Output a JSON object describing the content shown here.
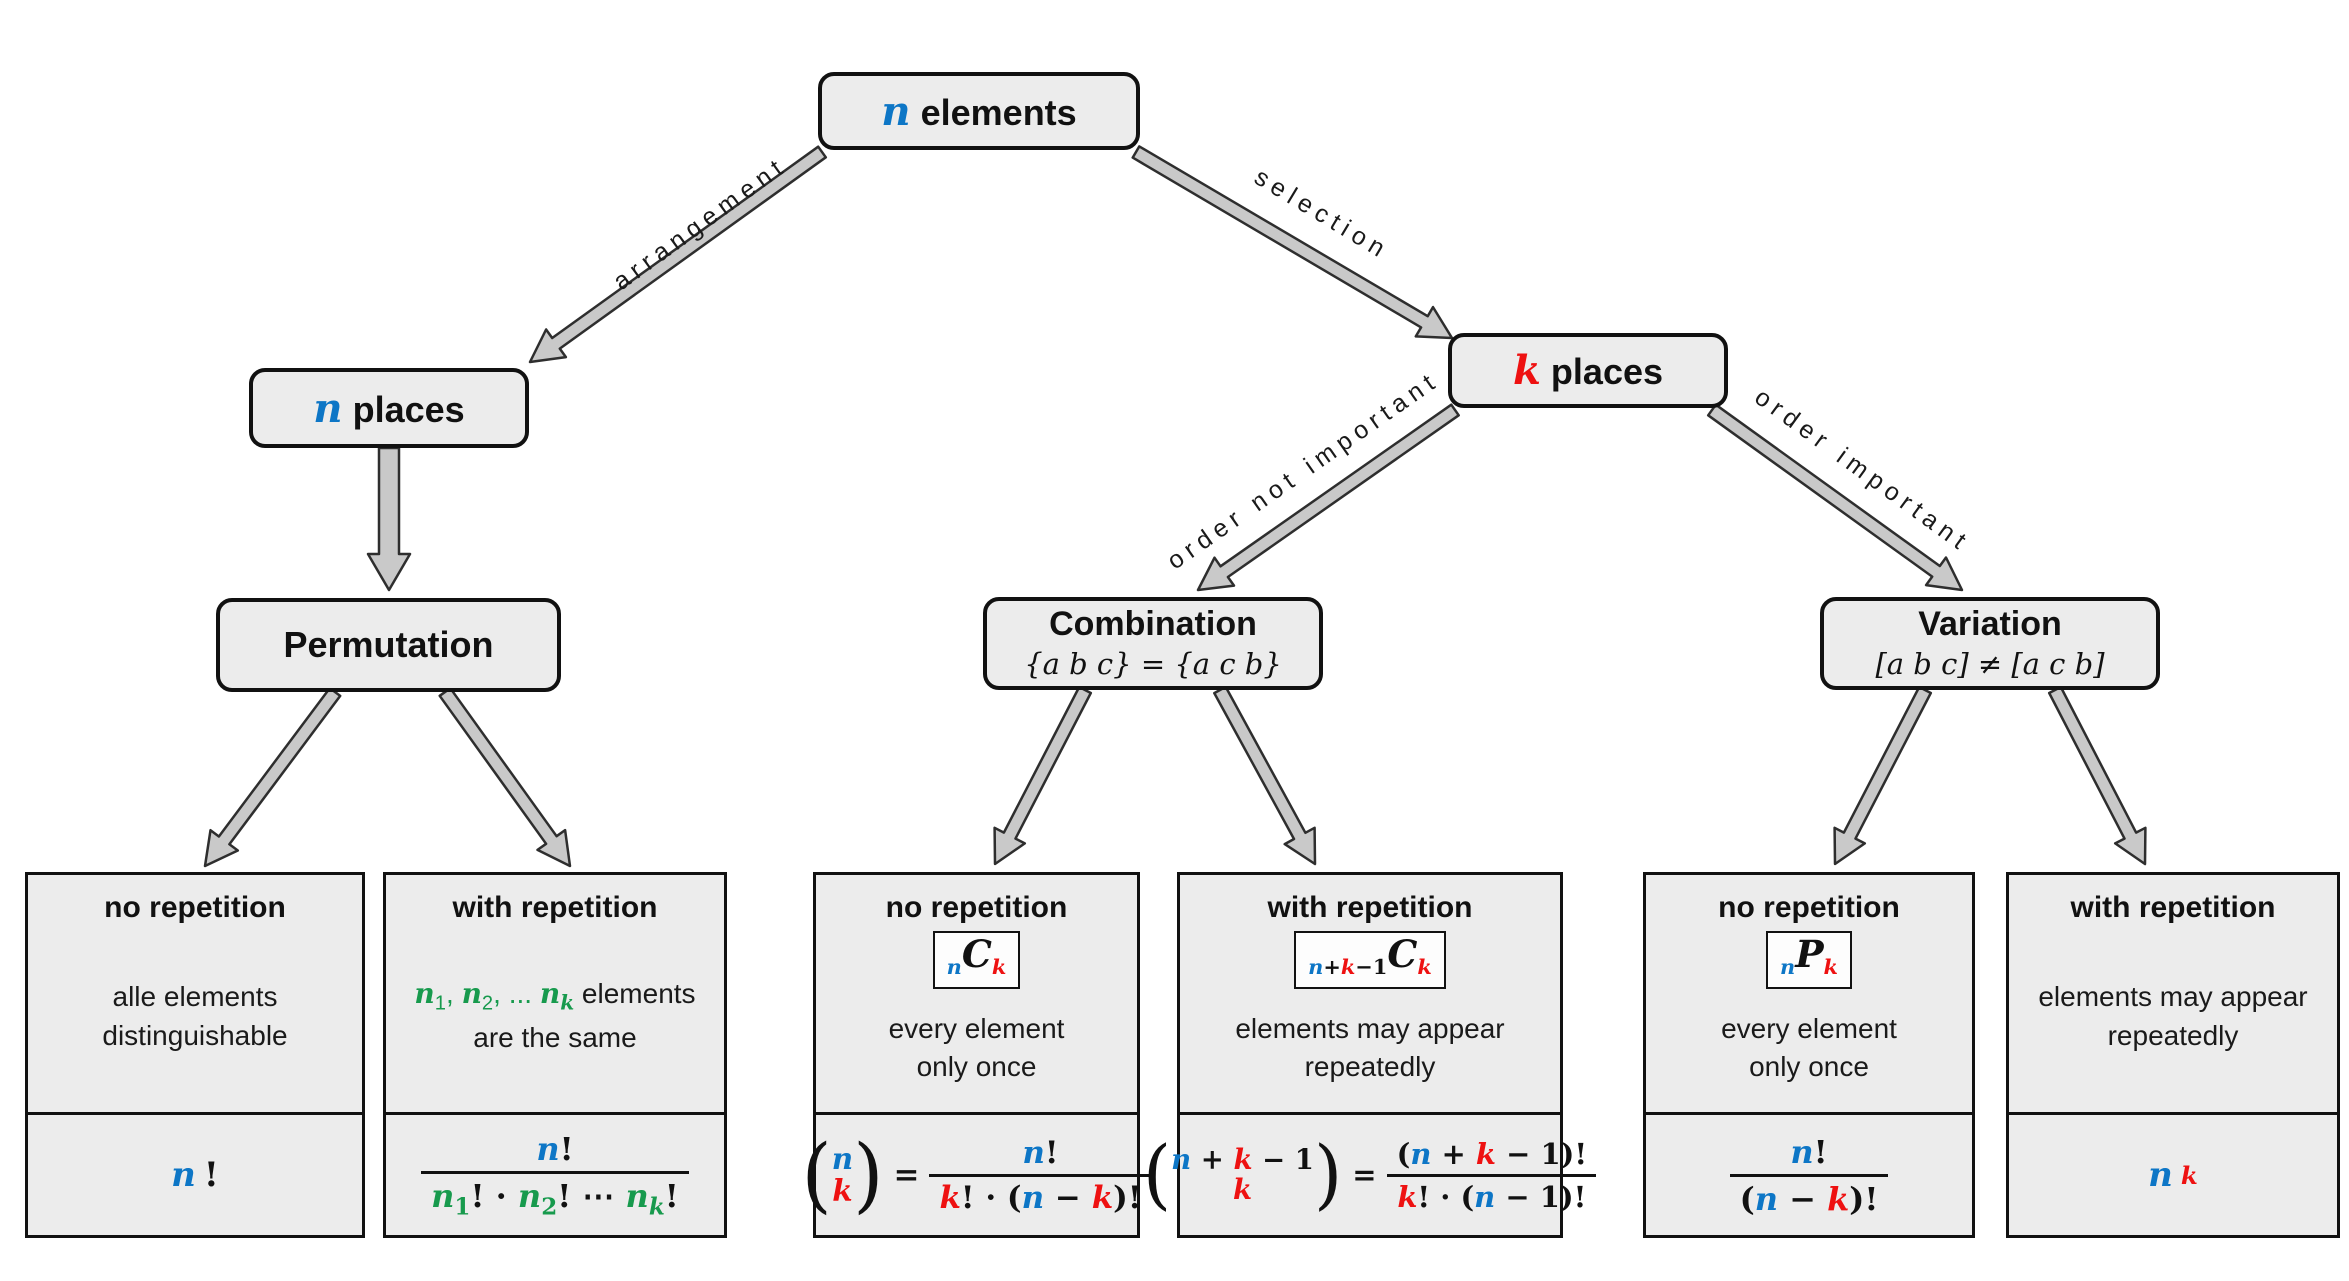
{
  "colors": {
    "blue": "#0d76c6",
    "red": "#ee1111",
    "green": "#179a4d",
    "box_fill": "#ececec",
    "arrow_fill": "#c9c9c9",
    "border": "#111111"
  },
  "nodes": {
    "root": {
      "tokens": [
        {
          "t": "n",
          "c": "b",
          "v": true
        },
        {
          "t": " elements"
        }
      ]
    },
    "n_places": {
      "tokens": [
        {
          "t": "n",
          "c": "b",
          "v": true
        },
        {
          "t": " places"
        }
      ]
    },
    "k_places": {
      "tokens": [
        {
          "t": "k",
          "c": "r",
          "v": true
        },
        {
          "t": " places"
        }
      ]
    },
    "permutation": {
      "title": "Permutation"
    },
    "combination": {
      "title": "Combination",
      "subtitle": "{a b c} = {a c b}"
    },
    "variation": {
      "title": "Variation",
      "subtitle": "[a b c] ≠ [a c b]"
    }
  },
  "edges": {
    "arrangement": "arrangement",
    "selection": "selection",
    "order_not_important": "order not important",
    "order_important": "order important"
  },
  "leaves": [
    {
      "header": "no repetition",
      "body1": [
        {
          "t": "alle elements"
        }
      ],
      "body2": "distinguishable",
      "formula": {
        "tokens": [
          {
            "t": "n",
            "c": "b",
            "v": true
          },
          {
            "t": "!"
          }
        ]
      }
    },
    {
      "header": "with repetition",
      "body1": [
        {
          "t": "n",
          "c": "g",
          "v": true
        },
        {
          "t": "1",
          "c": "g",
          "sub": true
        },
        {
          "t": ", ",
          "c": "g"
        },
        {
          "t": "n",
          "c": "g",
          "v": true
        },
        {
          "t": "2",
          "c": "g",
          "sub": true
        },
        {
          "t": ", ... ",
          "c": "g"
        },
        {
          "t": "n",
          "c": "g",
          "v": true
        },
        {
          "t": "k",
          "c": "g",
          "v": true,
          "sub": true
        },
        {
          "t": " elements"
        }
      ],
      "body2": "are the same",
      "formula": {
        "num": [
          {
            "t": "n",
            "c": "b",
            "v": true
          },
          {
            "t": "!"
          }
        ],
        "den": [
          {
            "t": "n",
            "c": "g",
            "v": true
          },
          {
            "t": "1",
            "c": "g",
            "sub": true
          },
          {
            "t": "! · "
          },
          {
            "t": "n",
            "c": "g",
            "v": true
          },
          {
            "t": "2",
            "c": "g",
            "sub": true
          },
          {
            "t": "! ⋯ "
          },
          {
            "t": "n",
            "c": "g",
            "v": true
          },
          {
            "t": "k",
            "c": "g",
            "v": true,
            "sub": true
          },
          {
            "t": "!"
          }
        ]
      }
    },
    {
      "header": "no repetition",
      "notation": [
        {
          "t": "n",
          "c": "b",
          "v": true,
          "sub": true
        },
        {
          "t": "C",
          "v": true,
          "big": true
        },
        {
          "t": "k",
          "c": "r",
          "v": true,
          "sub": true
        }
      ],
      "body1": [
        {
          "t": "every element"
        }
      ],
      "body2": "only once",
      "formula": {
        "top": [
          {
            "t": "n",
            "c": "b",
            "v": true
          }
        ],
        "bot": [
          {
            "t": "k",
            "c": "r",
            "v": true
          }
        ],
        "eq": "=",
        "num": [
          {
            "t": "n",
            "c": "b",
            "v": true
          },
          {
            "t": "!"
          }
        ],
        "den": [
          {
            "t": "k",
            "c": "r",
            "v": true
          },
          {
            "t": "! · ("
          },
          {
            "t": "n",
            "c": "b",
            "v": true
          },
          {
            "t": " − "
          },
          {
            "t": "k",
            "c": "r",
            "v": true
          },
          {
            "t": ")!"
          }
        ]
      }
    },
    {
      "header": "with repetition",
      "notation": [
        {
          "t": "n",
          "c": "b",
          "v": true,
          "sub": true
        },
        {
          "t": "+",
          "sub": true
        },
        {
          "t": "k",
          "c": "r",
          "v": true,
          "sub": true
        },
        {
          "t": "−1",
          "sub": true
        },
        {
          "t": "C",
          "v": true,
          "big": true
        },
        {
          "t": "k",
          "c": "r",
          "v": true,
          "sub": true
        }
      ],
      "body1": [
        {
          "t": "elements may appear"
        }
      ],
      "body2": "repeatedly",
      "formula": {
        "top": [
          {
            "t": "n",
            "c": "b",
            "v": true
          },
          {
            "t": " + "
          },
          {
            "t": "k",
            "c": "r",
            "v": true
          },
          {
            "t": " − 1"
          }
        ],
        "bot": [
          {
            "t": "k",
            "c": "r",
            "v": true
          }
        ],
        "eq": "=",
        "num": [
          {
            "t": "("
          },
          {
            "t": "n",
            "c": "b",
            "v": true
          },
          {
            "t": " + "
          },
          {
            "t": "k",
            "c": "r",
            "v": true
          },
          {
            "t": " − 1)!"
          }
        ],
        "den": [
          {
            "t": "k",
            "c": "r",
            "v": true
          },
          {
            "t": "! · ("
          },
          {
            "t": "n",
            "c": "b",
            "v": true
          },
          {
            "t": " − 1)!"
          }
        ]
      }
    },
    {
      "header": "no repetition",
      "notation": [
        {
          "t": "n",
          "c": "b",
          "v": true,
          "sub": true
        },
        {
          "t": "P",
          "v": true,
          "big": true
        },
        {
          "t": "k",
          "c": "r",
          "v": true,
          "sub": true
        }
      ],
      "body1": [
        {
          "t": "every element"
        }
      ],
      "body2": "only once",
      "formula": {
        "num": [
          {
            "t": "n",
            "c": "b",
            "v": true
          },
          {
            "t": "!"
          }
        ],
        "den": [
          {
            "t": "("
          },
          {
            "t": "n",
            "c": "b",
            "v": true
          },
          {
            "t": " − "
          },
          {
            "t": "k",
            "c": "r",
            "v": true
          },
          {
            "t": ")!"
          }
        ]
      }
    },
    {
      "header": "with repetition",
      "body1": [
        {
          "t": "elements may appear"
        }
      ],
      "body2": "repeatedly",
      "formula": {
        "tokens": [
          {
            "t": "n",
            "c": "b",
            "v": true
          },
          {
            "t": "k",
            "c": "r",
            "v": true,
            "sup": true
          }
        ]
      }
    }
  ]
}
